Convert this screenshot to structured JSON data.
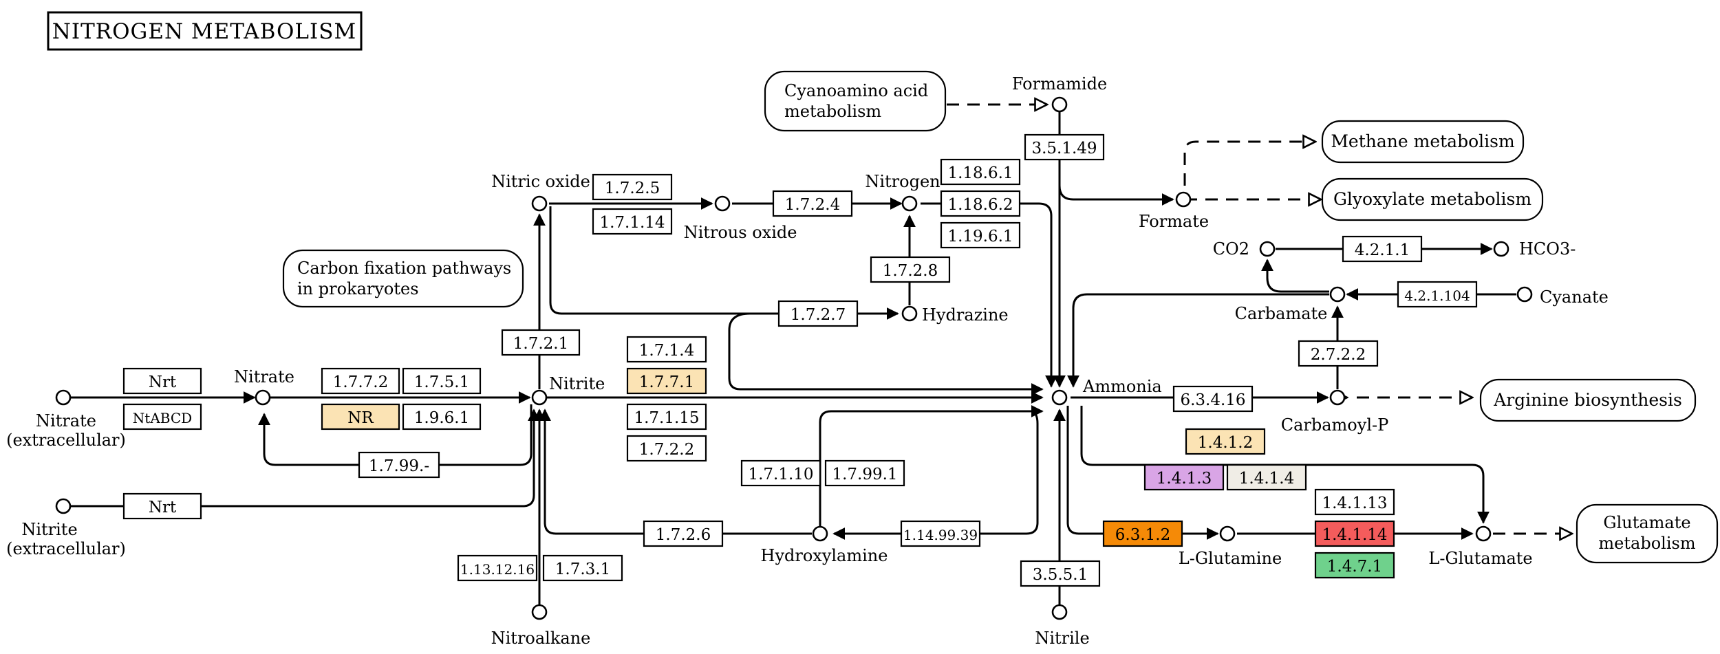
{
  "title": "NITROGEN METABOLISM",
  "colors": {
    "highlight_light_orange": "#fbe3b4",
    "highlight_orange": "#f58a07",
    "highlight_red": "#f45c5c",
    "highlight_green": "#6fd18c",
    "highlight_purple": "#d9a5e6",
    "highlight_light_gray": "#f0ede6"
  },
  "compounds": {
    "nitrate_ext": "Nitrate",
    "nitrate_ext_2": "(extracellular)",
    "nitrite_ext": "Nitrite",
    "nitrite_ext_2": "(extracellular)",
    "nitrate": "Nitrate",
    "nitrite": "Nitrite",
    "nitric_oxide": "Nitric oxide",
    "nitrous_oxide": "Nitrous oxide",
    "nitrogen": "Nitrogen",
    "hydrazine": "Hydrazine",
    "formamide": "Formamide",
    "formate": "Formate",
    "co2": "CO2",
    "hco3": "HCO3-",
    "carbamate": "Carbamate",
    "cyanate": "Cyanate",
    "ammonia": "Ammonia",
    "carbamoyl_p": "Carbamoyl-P",
    "hydroxylamine": "Hydroxylamine",
    "l_glutamine": "L-Glutamine",
    "l_glutamate": "L-Glutamate",
    "nitroalkane": "Nitroalkane",
    "nitrile": "Nitrile"
  },
  "maps": {
    "cyanoamino_1": "Cyanoamino acid",
    "cyanoamino_2": "metabolism",
    "methane": "Methane metabolism",
    "glyoxylate": "Glyoxylate metabolism",
    "carbon_fix_1": "Carbon fixation pathways",
    "carbon_fix_2": "in prokaryotes",
    "arginine": "Arginine biosynthesis",
    "glutamate_1": "Glutamate",
    "glutamate_2": "metabolism"
  },
  "enzymes": {
    "nrt_1": "Nrt",
    "ntabcd": "NtABCD",
    "nrt_2": "Nrt",
    "e1772": "1.7.7.2",
    "e1751": "1.7.5.1",
    "nr": "NR",
    "e1961": "1.9.6.1",
    "e1799": "1.7.99.-",
    "e1721": "1.7.2.1",
    "e1725": "1.7.2.5",
    "e17114": "1.7.1.14",
    "e1724": "1.7.2.4",
    "e18161": "1.18.6.1",
    "e18162": "1.18.6.2",
    "e19161": "1.19.6.1",
    "e1728": "1.7.2.8",
    "e1727": "1.7.2.7",
    "e3514": "3.5.1.49",
    "e4211": "4.2.1.1",
    "e421104": "4.2.1.104",
    "e2722": "2.7.2.2",
    "e171_4": "1.7.1.4",
    "e1771": "1.7.7.1",
    "e17115": "1.7.1.15",
    "e1722": "1.7.2.2",
    "e63416": "6.3.4.16",
    "e1412": "1.4.1.2",
    "e1413": "1.4.1.3",
    "e1414": "1.4.1.4",
    "e17110": "1.7.1.10",
    "e17991": "1.7.99.1",
    "e1726": "1.7.2.6",
    "e114999": "1.14.99.39",
    "e6312": "6.3.1.2",
    "e14113": "1.4.1.13",
    "e14114": "1.4.1.14",
    "e1471": "1.4.7.1",
    "e113": "1.13.12.16",
    "e1731": "1.7.3.1",
    "e3551": "3.5.5.1"
  }
}
